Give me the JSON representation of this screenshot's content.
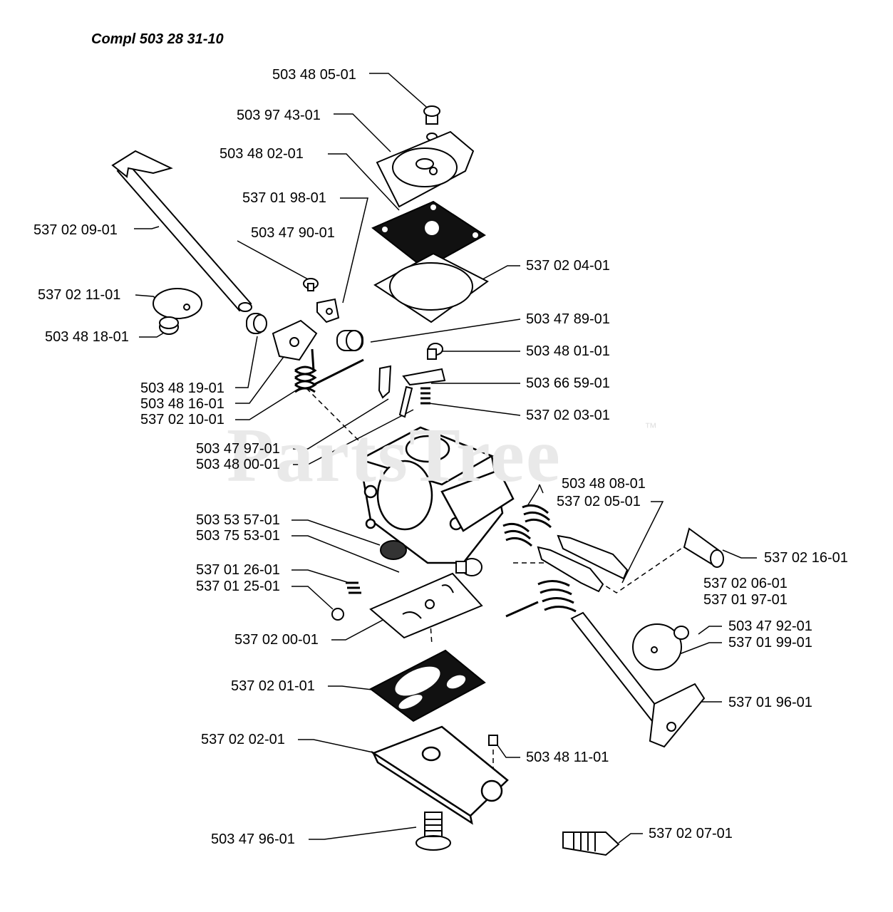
{
  "title": "Compl 503 28 31-10",
  "watermark": "PartsTree",
  "watermark_mark": "™",
  "colors": {
    "ink": "#000000",
    "watermark": "#e9e9e9",
    "background": "#ffffff"
  },
  "labels": {
    "l503480501": "503 48 05-01",
    "l503974301": "503 97 43-01",
    "l503480201": "503 48 02-01",
    "l537019801": "537 01 98-01",
    "l537020901": "537 02 09-01",
    "l503479001": "503 47 90-01",
    "l537020401": "537 02 04-01",
    "l537021101": "537 02 11-01",
    "l503478901": "503 47 89-01",
    "l503481801": "503 48 18-01",
    "l503480101": "503 48 01-01",
    "l503481901": "503 48 19-01",
    "l503665901": "503 66 59-01",
    "l503481601": "503 48 16-01",
    "l537021001": "537 02 10-01",
    "l537020301": "537 02 03-01",
    "l503479701": "503 47 97-01",
    "l503480001": "503 48 00-01",
    "l503480801": "503 48 08-01",
    "l537020501": "537 02 05-01",
    "l503535701": "503 53 57-01",
    "l503755301": "503 75 53-01",
    "l537021601": "537 02 16-01",
    "l537012601": "537 01 26-01",
    "l537012501": "537 01 25-01",
    "l537020601": "537 02 06-01",
    "l537019701": "537 01 97-01",
    "l537020001": "537 02 00-01",
    "l503479201": "503 47 92-01",
    "l537019901": "537 01 99-01",
    "l537020101": "537 02 01-01",
    "l537019601": "537 01 96-01",
    "l537020201": "537 02 02-01",
    "l503481101": "503 48 11-01",
    "l503479601": "503 47 96-01",
    "l537020701": "537 02 07-01"
  }
}
